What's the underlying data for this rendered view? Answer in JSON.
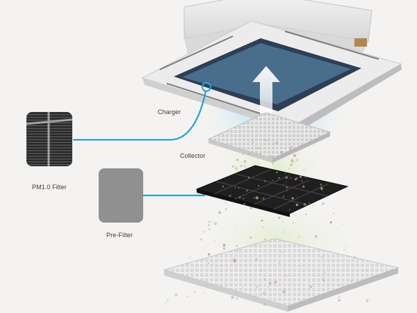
{
  "labels": {
    "charger": "Charger",
    "collector": "Collector",
    "pm_filter": "PM1.0 Filter",
    "pre_filter": "Pre-Filter"
  },
  "colors": {
    "background": "#f4f3f1",
    "connector_line": "#1fa3d6",
    "airflow": "#7fc6ef",
    "dust_particles": "#c8b070"
  },
  "icons": {
    "pm_filter_thumbnail": "pm10-filter-mesh-closeup",
    "pre_filter_thumbnail": "pre-filter-fabric-closeup",
    "airflow_arrow": "up-arrow"
  }
}
